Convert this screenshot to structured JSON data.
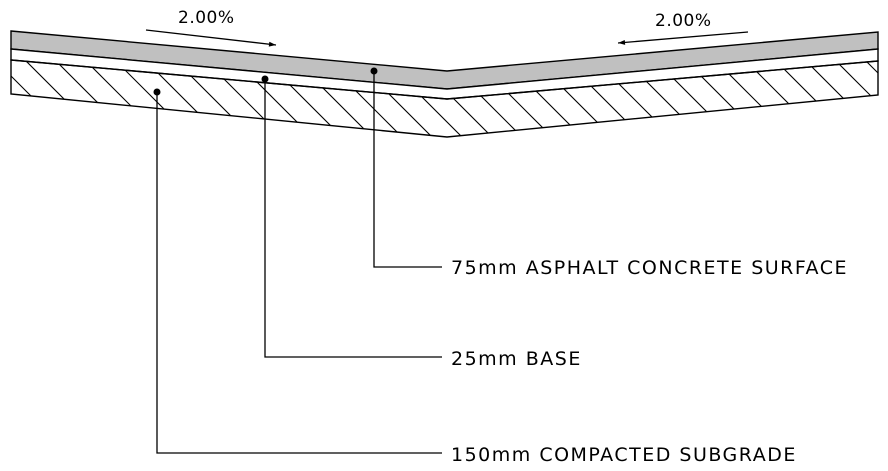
{
  "slopes": {
    "left": "2.00%",
    "right": "2.00%"
  },
  "layers": [
    {
      "label": "75mm ASPHALT CONCRETE SURFACE"
    },
    {
      "label": "25mm BASE"
    },
    {
      "label": "150mm COMPACTED SUBGRADE"
    }
  ],
  "colors": {
    "asphalt_fill": "#c0c0c0",
    "line": "#000000",
    "background": "#ffffff"
  }
}
